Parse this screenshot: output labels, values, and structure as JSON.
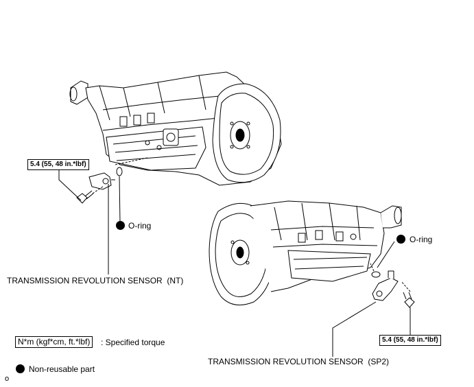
{
  "upper_assembly": {
    "torque_spec": "5.4 (55, 48 in.*lbf)",
    "oring_label": "O-ring",
    "sensor_label": "TRANSMISSION REVOLUTION SENSOR",
    "sensor_code": "(NT)"
  },
  "lower_assembly": {
    "torque_spec": "5.4 (55, 48 in.*lbf)",
    "oring_label": "O-ring",
    "sensor_label": "TRANSMISSION REVOLUTION SENSOR",
    "sensor_code": "(SP2)"
  },
  "legend": {
    "torque_units": "N*m (kgf*cm, ft.*lbf)",
    "torque_desc": ": Specified torque",
    "nonreusable_desc": "Non-reusable part"
  },
  "footer_mark": "o",
  "colors": {
    "ink": "#000000",
    "background": "#ffffff",
    "shade": "#d8d8d8"
  }
}
